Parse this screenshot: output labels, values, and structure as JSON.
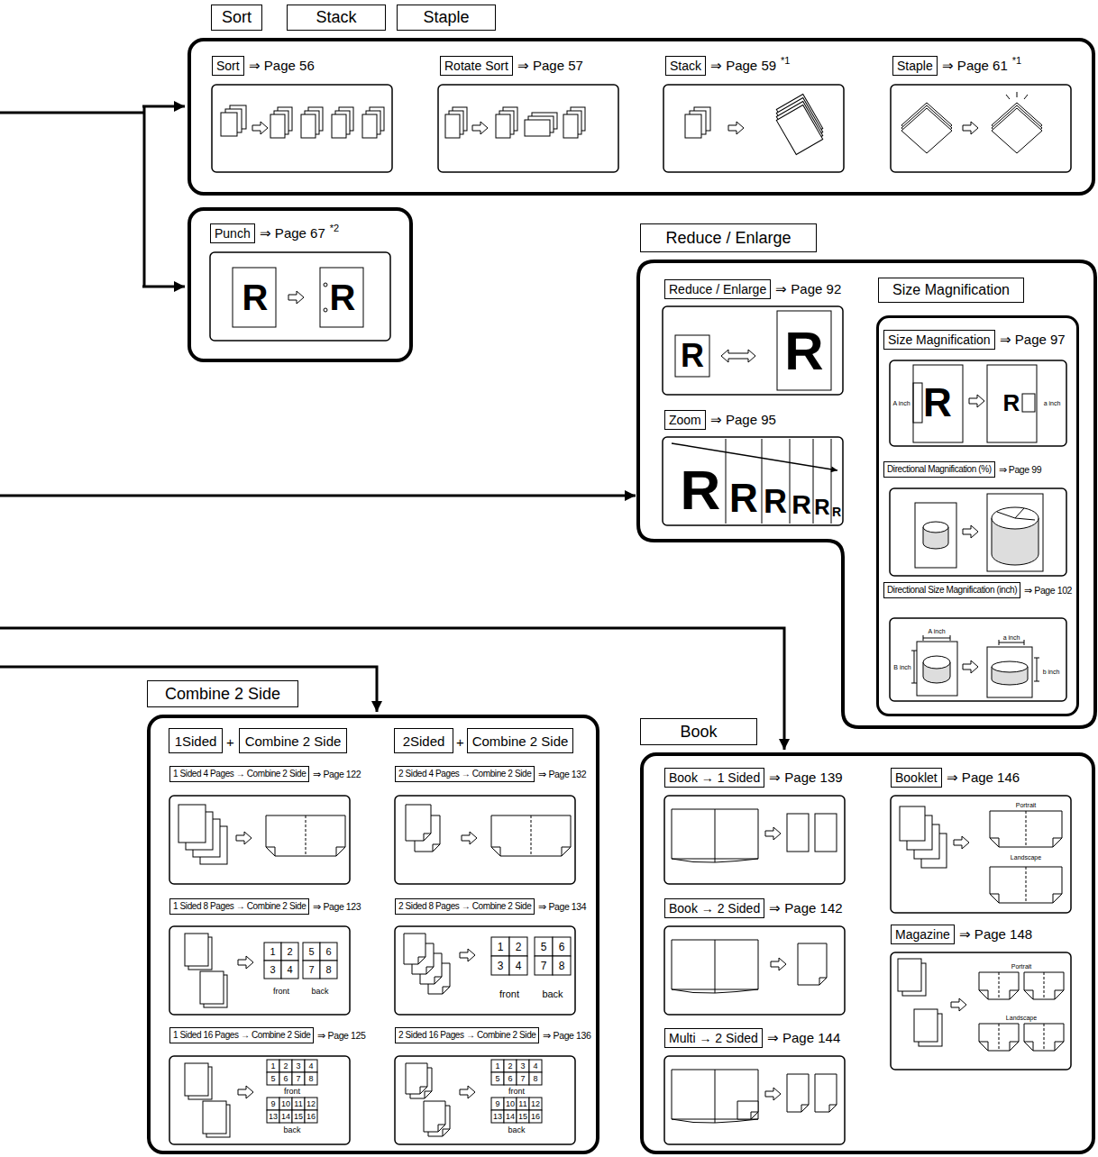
{
  "diagram": {
    "nodes": [
      {
        "text": [
          "Sort",
          "Stack",
          "Staple"
        ]
      },
      {
        "text": [
          "Sort",
          "⇒ Page 56"
        ],
        "in": 0
      },
      {
        "text": [
          "Rotate Sort",
          "⇒ Page 57"
        ],
        "in": 0
      },
      {
        "text": [
          "Stack",
          "⇒ Page 59",
          "*1"
        ],
        "in": 0
      },
      {
        "text": [
          "Staple",
          "⇒ Page 61",
          "*1"
        ],
        "in": 0
      },
      {
        "text": [
          "Punch",
          "⇒ Page 67",
          "*2"
        ]
      },
      {
        "text": [
          "Reduce / Enlarge"
        ]
      },
      {
        "text": [
          "Reduce / Enlarge",
          "⇒ Page 92"
        ],
        "in": 6
      },
      {
        "text": [
          "Zoom",
          "⇒ Page 95"
        ],
        "in": 6
      },
      {
        "text": [
          "Size Magnification"
        ],
        "in": 6
      },
      {
        "text": [
          "Size Magnification",
          "⇒ Page 97"
        ],
        "in": 9
      },
      {
        "text": [
          "Directional Magnification (%)",
          "⇒ Page 99"
        ],
        "in": 9
      },
      {
        "text": [
          "Directional Size Magnification (inch)",
          "⇒ Page 102"
        ],
        "in": 9
      },
      {
        "text": [
          "Combine 2 Side",
          "1Sided",
          "+",
          "Combine 2 Side",
          "2Sided",
          "+",
          "Combine 2 Side"
        ]
      },
      {
        "text": [
          "1 Sided 4 Pages → Combine 2 Side",
          "⇒ Page 122"
        ],
        "in": 13
      },
      {
        "text": [
          "1 Sided 8 Pages → Combine 2 Side",
          "⇒ Page 123"
        ],
        "in": 13
      },
      {
        "text": [
          "1 Sided 16 Pages → Combine 2 Side",
          "⇒ Page 125"
        ],
        "in": 13
      },
      {
        "text": [
          "2 Sided 4 Pages → Combine 2 Side",
          "⇒ Page 132"
        ],
        "in": 13
      },
      {
        "text": [
          "2 Sided 8 Pages → Combine 2 Side",
          "⇒ Page 134"
        ],
        "in": 13
      },
      {
        "text": [
          "2 Sided 16 Pages → Combine 2 Side",
          "⇒ Page 136"
        ],
        "in": 13
      },
      {
        "text": [
          "Book"
        ]
      },
      {
        "text": [
          "Book → 1 Sided",
          "⇒ Page 139"
        ],
        "in": 20
      },
      {
        "text": [
          "Book → 2 Sided",
          "⇒ Page 142"
        ],
        "in": 20
      },
      {
        "text": [
          "Multi → 2 Sided",
          "⇒ Page 144"
        ],
        "in": 20
      },
      {
        "text": [
          "Booklet",
          "⇒ Page 146"
        ],
        "in": 20
      },
      {
        "text": [
          "Magazine",
          "⇒ Page 148"
        ],
        "in": 20
      }
    ],
    "labels": [
      "R",
      "R",
      "R",
      "R",
      "R",
      "R",
      "R",
      "R",
      "R",
      "R",
      "A inch",
      "R",
      "R",
      "a inch",
      "A inch",
      "B inch",
      "a inch",
      "b inch",
      "1",
      "2",
      "3",
      "4",
      "5",
      "6",
      "7",
      "8",
      "front",
      "back",
      "1",
      "2",
      "3",
      "4",
      "5",
      "6",
      "7",
      "8",
      "front",
      "9",
      "10",
      "11",
      "12",
      "13",
      "14",
      "15",
      "16",
      "back",
      "1",
      "2",
      "3",
      "4",
      "5",
      "6",
      "7",
      "8",
      "front",
      "back",
      "1",
      "2",
      "3",
      "4",
      "5",
      "6",
      "7",
      "8",
      "front",
      "9",
      "10",
      "11",
      "12",
      "13",
      "14",
      "15",
      "16",
      "back",
      "Portrait",
      "Landscape",
      "Portrait",
      "Landscape"
    ]
  }
}
